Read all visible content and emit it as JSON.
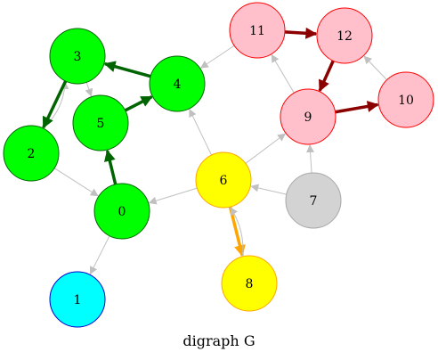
{
  "graph": {
    "caption": "digraph G",
    "colors": {
      "green": "#00ff00",
      "dark_green_border": "#006400",
      "cyan": "#00ffff",
      "blue_border": "#0000cd",
      "yellow": "#ffff00",
      "orange": "#ffa500",
      "pink": "#ffc0cb",
      "red_border": "#ff0000",
      "gray": "#d3d3d3",
      "gray_border": "#a9a9a9",
      "dark_red": "#8b0000",
      "light_gray_edge": "#c0c0c0"
    },
    "nodes": [
      {
        "id": "0",
        "label": "0"
      },
      {
        "id": "1",
        "label": "1"
      },
      {
        "id": "2",
        "label": "2"
      },
      {
        "id": "3",
        "label": "3"
      },
      {
        "id": "4",
        "label": "4"
      },
      {
        "id": "5",
        "label": "5"
      },
      {
        "id": "6",
        "label": "6"
      },
      {
        "id": "7",
        "label": "7"
      },
      {
        "id": "8",
        "label": "8"
      },
      {
        "id": "9",
        "label": "9"
      },
      {
        "id": "10",
        "label": "10"
      },
      {
        "id": "11",
        "label": "11"
      },
      {
        "id": "12",
        "label": "12"
      }
    ],
    "edges": [
      {
        "from": "0",
        "to": "1"
      },
      {
        "from": "0",
        "to": "5"
      },
      {
        "from": "2",
        "to": "0"
      },
      {
        "from": "2",
        "to": "3"
      },
      {
        "from": "3",
        "to": "2"
      },
      {
        "from": "3",
        "to": "5"
      },
      {
        "from": "4",
        "to": "3"
      },
      {
        "from": "5",
        "to": "4"
      },
      {
        "from": "6",
        "to": "0"
      },
      {
        "from": "6",
        "to": "4"
      },
      {
        "from": "6",
        "to": "8"
      },
      {
        "from": "6",
        "to": "9"
      },
      {
        "from": "7",
        "to": "6"
      },
      {
        "from": "7",
        "to": "9"
      },
      {
        "from": "8",
        "to": "6"
      },
      {
        "from": "9",
        "to": "10"
      },
      {
        "from": "9",
        "to": "11"
      },
      {
        "from": "10",
        "to": "12"
      },
      {
        "from": "11",
        "to": "4"
      },
      {
        "from": "11",
        "to": "12"
      },
      {
        "from": "12",
        "to": "9"
      }
    ]
  }
}
